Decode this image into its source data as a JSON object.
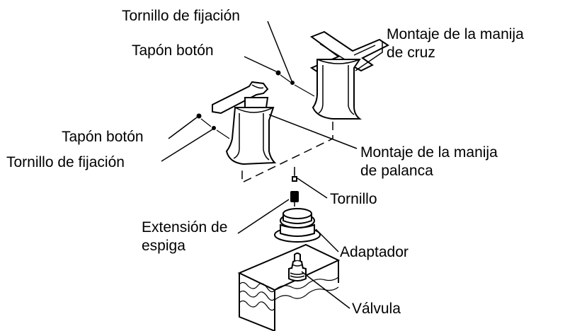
{
  "labels": {
    "tornillo_fijacion_top": "Tornillo de fijación",
    "tapon_boton_top": "Tapón botón",
    "montaje_cruz_line1": "Montaje de la manija",
    "montaje_cruz_line2": "de cruz",
    "tapon_boton_left": "Tapón botón",
    "tornillo_fijacion_left": "Tornillo de fijación",
    "montaje_palanca_line1": "Montaje de la manija",
    "montaje_palanca_line2": "de palanca",
    "tornillo": "Tornillo",
    "extension_line1": "Extensión de",
    "extension_line2": "espiga",
    "adaptador": "Adaptador",
    "valvula": "Válvula"
  },
  "colors": {
    "stroke": "#000000",
    "background": "#ffffff"
  }
}
